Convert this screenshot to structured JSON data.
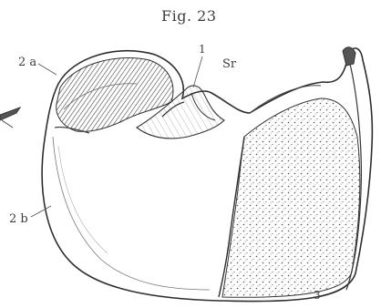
{
  "figure": {
    "caption": "Fig. 23",
    "labels": {
      "one": "1",
      "sr": "Sr",
      "two_a": "2 a",
      "two_b": "2 b",
      "three": "3"
    }
  },
  "colors": {
    "ink": "#3a3a3a",
    "paper": "#ffffff",
    "shade": "#6a6a6a"
  }
}
